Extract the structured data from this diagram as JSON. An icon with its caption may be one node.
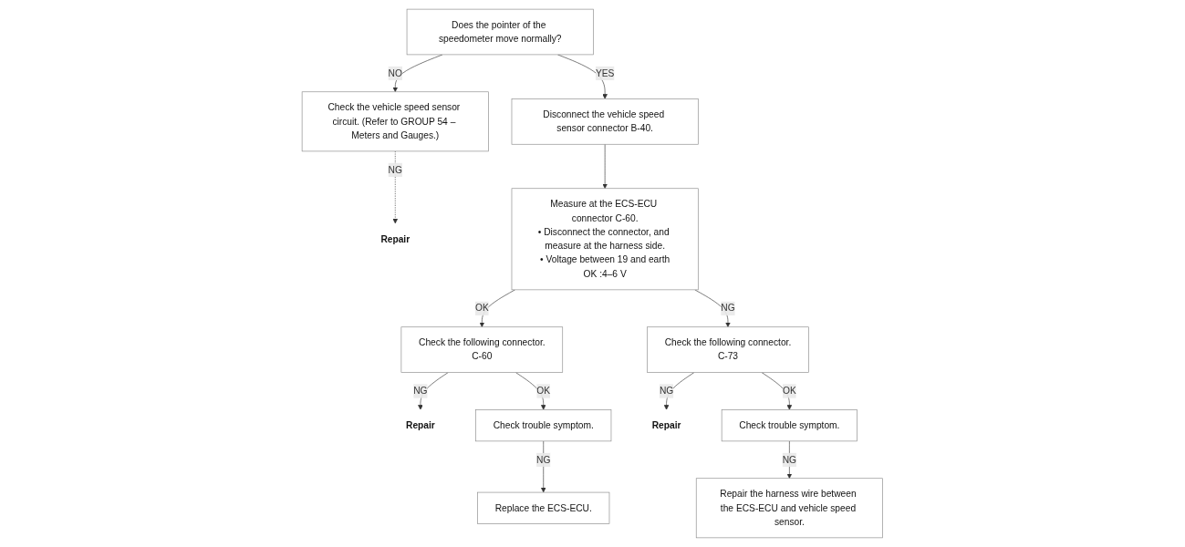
{
  "diagram": {
    "nodes": [
      {
        "text": [
          "Does the pointer of the speedometer move normally?"
        ]
      },
      {
        "text": [
          "Check the vehicle speed sensor circuit. (Refer to GROUP 54 – Meters and Gauges.)"
        ]
      },
      {
        "text": [
          "Repair"
        ]
      },
      {
        "text": [
          "Disconnect the vehicle speed sensor connector B-40."
        ]
      },
      {
        "text": [
          "Measure at the ECS-ECU connector C-60.",
          "• Disconnect the connector, and measure at the harness side.",
          "• Voltage between 19 and earth",
          "OK :4–6 V"
        ]
      },
      {
        "text": [
          "Check the following connector.",
          "C-60"
        ]
      },
      {
        "text": [
          "Repair"
        ]
      },
      {
        "text": [
          "Check trouble symptom."
        ]
      },
      {
        "text": [
          "Replace the ECS-ECU."
        ]
      },
      {
        "text": [
          "Check the following connector.",
          "C-73"
        ]
      },
      {
        "text": [
          "Repair"
        ]
      },
      {
        "text": [
          "Check trouble symptom."
        ]
      },
      {
        "text": [
          "Repair the harness wire between the ECS-ECU and vehicle speed sensor."
        ]
      }
    ],
    "edges": [
      {
        "from": 0,
        "to": 1,
        "arrow": "to",
        "label": "NO"
      },
      {
        "from": 1,
        "to": 2,
        "arrow": "to",
        "label": "NG",
        "style": "dashed"
      },
      {
        "from": 0,
        "to": 3,
        "arrow": "to",
        "label": "YES"
      },
      {
        "from": 3,
        "to": 4,
        "arrow": "to"
      },
      {
        "from": 4,
        "to": 5,
        "arrow": "to",
        "label": "OK"
      },
      {
        "from": 5,
        "to": 6,
        "arrow": "to",
        "label": "NG"
      },
      {
        "from": 5,
        "to": 7,
        "arrow": "to",
        "label": "OK"
      },
      {
        "from": 7,
        "to": 8,
        "arrow": "to",
        "label": "NG"
      },
      {
        "from": 4,
        "to": 9,
        "arrow": "to",
        "label": "NG"
      },
      {
        "from": 9,
        "to": 10,
        "arrow": "to",
        "label": "NG"
      },
      {
        "from": 9,
        "to": 11,
        "arrow": "to",
        "label": "OK"
      },
      {
        "from": 11,
        "to": 12,
        "arrow": "to",
        "label": "NG"
      }
    ]
  }
}
